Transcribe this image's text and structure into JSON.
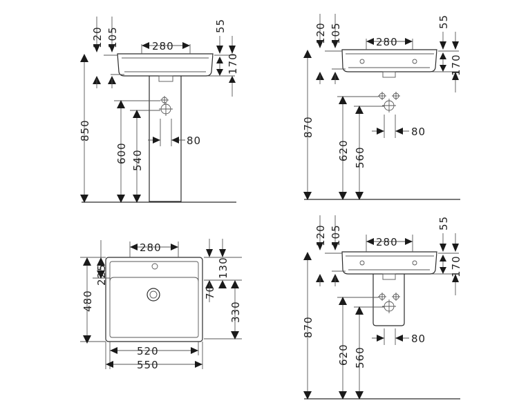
{
  "views": {
    "pedestal": {
      "dims": {
        "d120": "120",
        "d105": "105",
        "d280": "280",
        "d55": "55",
        "d170": "170",
        "d850": "850",
        "d600": "600",
        "d540": "540",
        "d80": "80"
      }
    },
    "wall_hung": {
      "dims": {
        "d120": "120",
        "d105": "105",
        "d280": "280",
        "d55": "55",
        "d170": "170",
        "d870": "870",
        "d620": "620",
        "d560": "560",
        "d80": "80"
      }
    },
    "top_view": {
      "dims": {
        "d280": "280",
        "d225": "225",
        "d480": "480",
        "d130": "130",
        "d70": "70",
        "d330": "330",
        "d520": "520",
        "d550": "550"
      }
    },
    "semi_pedestal": {
      "dims": {
        "d120": "120",
        "d105": "105",
        "d280": "280",
        "d55": "55",
        "d170": "170",
        "d870": "870",
        "d620": "620",
        "d560": "560",
        "d80": "80"
      }
    }
  }
}
